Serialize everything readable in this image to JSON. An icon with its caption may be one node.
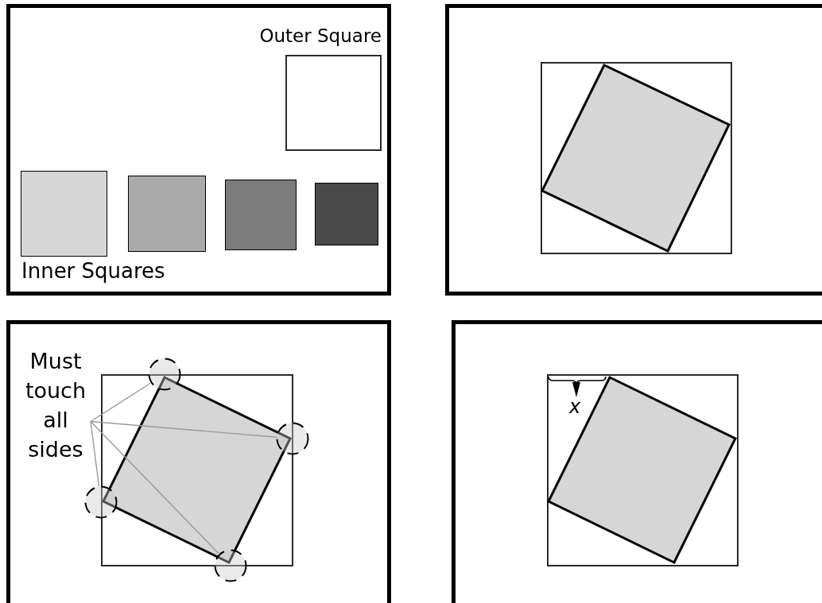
{
  "diagram": {
    "nodes": [
      {
        "text": [],
        "shape": "box"
      },
      {
        "text": [
          "Outer Square"
        ],
        "in": 0
      },
      {
        "text": [],
        "shape": "box",
        "in": 0
      },
      {
        "text": [],
        "shape": "box",
        "in": 0
      },
      {
        "text": [],
        "shape": "box",
        "in": 0
      },
      {
        "text": [],
        "shape": "box",
        "in": 0
      },
      {
        "text": [],
        "shape": "box"
      },
      {
        "text": [],
        "shape": "box",
        "in": 6
      },
      {
        "text": [],
        "shape": "box",
        "in": 7
      },
      {
        "text": [],
        "shape": "box"
      },
      {
        "text": [
          "Must touch all sides"
        ],
        "in": 9
      },
      {
        "text": [],
        "shape": "box",
        "in": 9
      },
      {
        "text": [],
        "shape": "box",
        "in": 11
      },
      {
        "text": [],
        "shape": "circle",
        "in": 9
      },
      {
        "text": [],
        "shape": "circle",
        "in": 9
      },
      {
        "text": [],
        "shape": "circle",
        "in": 9
      },
      {
        "text": [],
        "shape": "circle",
        "in": 9
      },
      {
        "text": [],
        "shape": "box"
      },
      {
        "text": [],
        "shape": "box",
        "in": 17
      },
      {
        "text": [],
        "shape": "box",
        "in": 18
      }
    ],
    "edges": [
      {
        "from": 10,
        "to": 13,
        "arrow": "none"
      },
      {
        "from": 10,
        "to": 14,
        "arrow": "none"
      },
      {
        "from": 10,
        "to": 15,
        "arrow": "none"
      },
      {
        "from": 10,
        "to": 16,
        "arrow": "none"
      }
    ],
    "labels": [
      "Inner Squares",
      "x"
    ]
  }
}
